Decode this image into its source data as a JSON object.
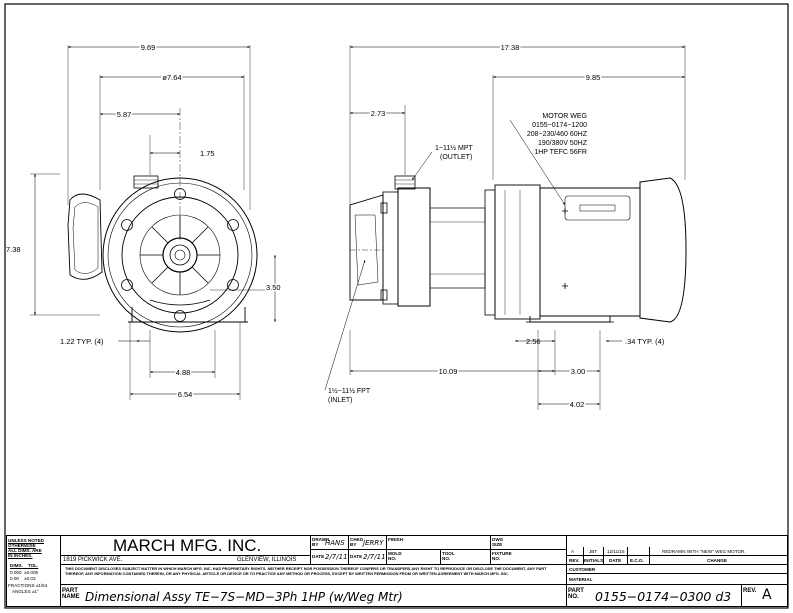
{
  "views": {
    "front": {
      "dims": {
        "overall_width": "9.69",
        "diameter": "ø7.64",
        "half_width": "5.87",
        "outlet_offset": "1.75",
        "height": "7.38",
        "shaft_height": "3.50",
        "foot_slot": "1.22 TYP. (4)",
        "bolt_spacing": "4.88",
        "base_width": "6.54"
      },
      "inlet_note": [
        "1½−11½ FPT",
        "(INLET)"
      ]
    },
    "side": {
      "dims": {
        "overall_length": "17.38",
        "motor_length": "9.85",
        "pump_offset": "2.73",
        "foot_offset": "2.56",
        "foot_slot": ".34 TYP. (4)",
        "length_to_foot": "10.09",
        "foot_spacing": "3.00",
        "foot_base": "4.02"
      },
      "outlet_note": [
        "1−11½ MPT",
        "(OUTLET)"
      ],
      "motor_note": [
        "MOTOR WEG",
        "0155−0174−1200",
        "208−230/460 60HZ",
        "190/380V 50HZ",
        "1HP TEFC 56FR"
      ]
    }
  },
  "title_block": {
    "unless_noted": [
      "UNLESS NOTED",
      "OTHERWISE",
      "ALL DIMS. ARE",
      "IN INCHES."
    ],
    "tol_header": [
      "DIMS.",
      "TOL."
    ],
    "tol_rows": [
      [
        "0.000",
        "±0.005"
      ],
      [
        "0.00",
        "±0.03"
      ]
    ],
    "fractions": "FRACTIONS ±1/64",
    "angles": "ANGLES ±1°",
    "company": "MARCH MFG. INC.",
    "address": "1819 PICKWICK AVE.",
    "city": "GLENVIEW, ILLINOIS",
    "disclaimer": "THIS DOCUMENT DISCLOSES SUBJECT MATTER IN WHICH MARCH MFG. INC. HAS PROPRIETARY RIGHTS. NEITHER RECEIPT NOR POSSESSION THEREOF CONFERS OR TRANSFERS ANY RIGHT TO REPRODUCE OR DISCLOSE THE DOCUMENT, ANY PART THEREOF, ANY INFORMATION CONTAINED THEREIN, OR ANY PHYSICAL ARTICLE OR DEVICE OR TO PRACTICE ANY METHOD OR PROCESS, EXCEPT BY WRITTEN PERMISSION FROM OR WRITTEN AGREEMENT WITH MARCH MFG. INC.",
    "drawn_by_label": "DRAWN BY",
    "drawn_by": "HANS",
    "chkd_by_label": "CHKD BY",
    "chkd_by": "JERRY",
    "date_label": "DATE",
    "drawn_date": "2/7/11",
    "chkd_date": "2/7/11",
    "finish_label": "FINISH",
    "dwg_size_label": "DWG SIZE",
    "mold_label": "MOLD NO.",
    "tool_label": "TOOL NO.",
    "fixture_label": "FIXTURE NO.",
    "part_name_label": "PART NAME",
    "part_name": "Dimensional Assy TE−7S−MD−3Ph 1HP (w/Weg Mtr)",
    "part_no_label": "PART NO.",
    "part_no": "0155−0174−0300 d3",
    "rev_label": "REV.",
    "rev": "A",
    "revision": {
      "rev": "A",
      "initials": "JBT",
      "date": "12/11/15",
      "change": "REDRAWN WITH \"NEW\" WEG MOTOR."
    },
    "rev_headers": [
      "REV.",
      "INITIALS",
      "DATE",
      "E.C.O.",
      "CHANGE"
    ],
    "customer_label": "CUSTOMER",
    "material_label": "MATERIAL"
  }
}
